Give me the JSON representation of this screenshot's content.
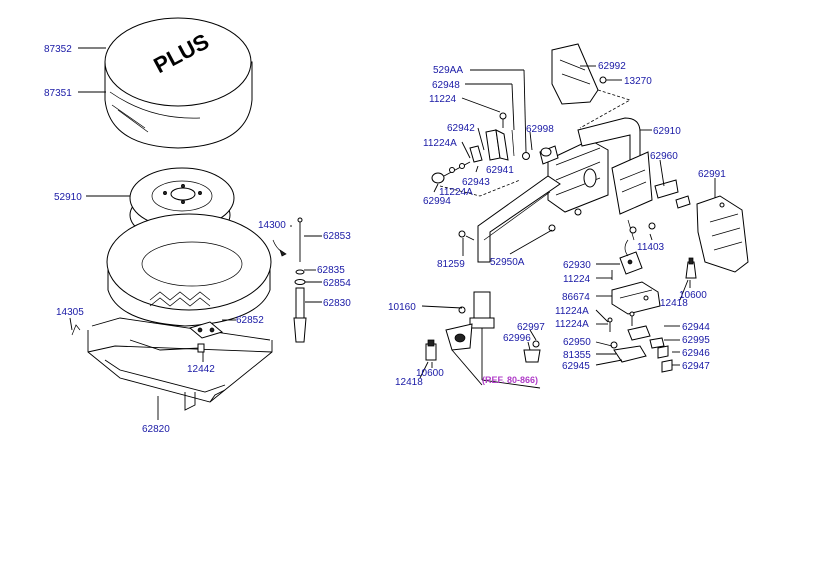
{
  "cover_text": "PLUS",
  "labels": {
    "p87352": "87352",
    "p87351": "87351",
    "p52910": "52910",
    "p14300": "14300",
    "p62853": "62853",
    "p62835": "62835",
    "p62854": "62854",
    "p62830": "62830",
    "p14305": "14305",
    "p62852": "62852",
    "p12442": "12442",
    "p62820": "62820",
    "p529AA": "529AA",
    "p62948": "62948",
    "p11224_top": "11224",
    "p62942": "62942",
    "p11224A_a": "11224A",
    "p62943": "62943",
    "p11224A_b": "11224A",
    "p62994": "62994",
    "p62941": "62941",
    "p62998": "62998",
    "p62992": "62992",
    "p13270": "13270",
    "p62910": "62910",
    "p62960": "62960",
    "p62991": "62991",
    "p11403": "11403",
    "p81259": "81259",
    "p52950A": "52950A",
    "p62930": "62930",
    "p11224_mid": "11224",
    "p86674": "86674",
    "p11224A_c": "11224A",
    "p11224A_d": "11224A",
    "p10600_r": "10600",
    "p12418_r": "12418",
    "p10160": "10160",
    "p62997": "62997",
    "p62996": "62996",
    "p62950": "62950",
    "p81355": "81355",
    "p62945": "62945",
    "p62944": "62944",
    "p62995": "62995",
    "p62946": "62946",
    "p62947": "62947",
    "p10600_l": "10600",
    "p12418_l": "12418",
    "ref": "(REF. 80-866)"
  }
}
